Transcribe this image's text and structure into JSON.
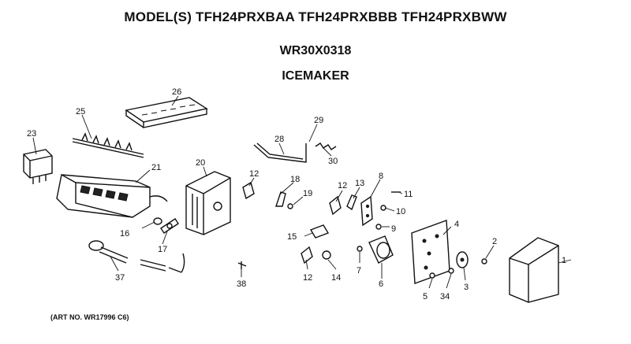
{
  "header": {
    "models": "MODEL(S) TFH24PRXBAA  TFH24PRXBBB  TFH24PRXBWW",
    "part_number": "WR30X0318",
    "assembly": "ICEMAKER"
  },
  "art_number": "(ART NO. WR17996 C6)",
  "callouts": [
    {
      "id": "c1",
      "text": "1"
    },
    {
      "id": "c2",
      "text": "2"
    },
    {
      "id": "c3",
      "text": "3"
    },
    {
      "id": "c4",
      "text": "4"
    },
    {
      "id": "c5",
      "text": "5"
    },
    {
      "id": "c6",
      "text": "6"
    },
    {
      "id": "c7",
      "text": "7"
    },
    {
      "id": "c8",
      "text": "8"
    },
    {
      "id": "c9",
      "text": "9"
    },
    {
      "id": "c10",
      "text": "10"
    },
    {
      "id": "c11",
      "text": "11"
    },
    {
      "id": "c12a",
      "text": "12"
    },
    {
      "id": "c12b",
      "text": "12"
    },
    {
      "id": "c12c",
      "text": "12"
    },
    {
      "id": "c13",
      "text": "13"
    },
    {
      "id": "c14",
      "text": "14"
    },
    {
      "id": "c15",
      "text": "15"
    },
    {
      "id": "c16",
      "text": "16"
    },
    {
      "id": "c17",
      "text": "17"
    },
    {
      "id": "c18",
      "text": "18"
    },
    {
      "id": "c19",
      "text": "19"
    },
    {
      "id": "c20",
      "text": "20"
    },
    {
      "id": "c21",
      "text": "21"
    },
    {
      "id": "c23",
      "text": "23"
    },
    {
      "id": "c25",
      "text": "25"
    },
    {
      "id": "c26",
      "text": "26"
    },
    {
      "id": "c28",
      "text": "28"
    },
    {
      "id": "c29",
      "text": "29"
    },
    {
      "id": "c30",
      "text": "30"
    },
    {
      "id": "c34",
      "text": "34"
    },
    {
      "id": "c37",
      "text": "37"
    },
    {
      "id": "c38",
      "text": "38"
    }
  ]
}
